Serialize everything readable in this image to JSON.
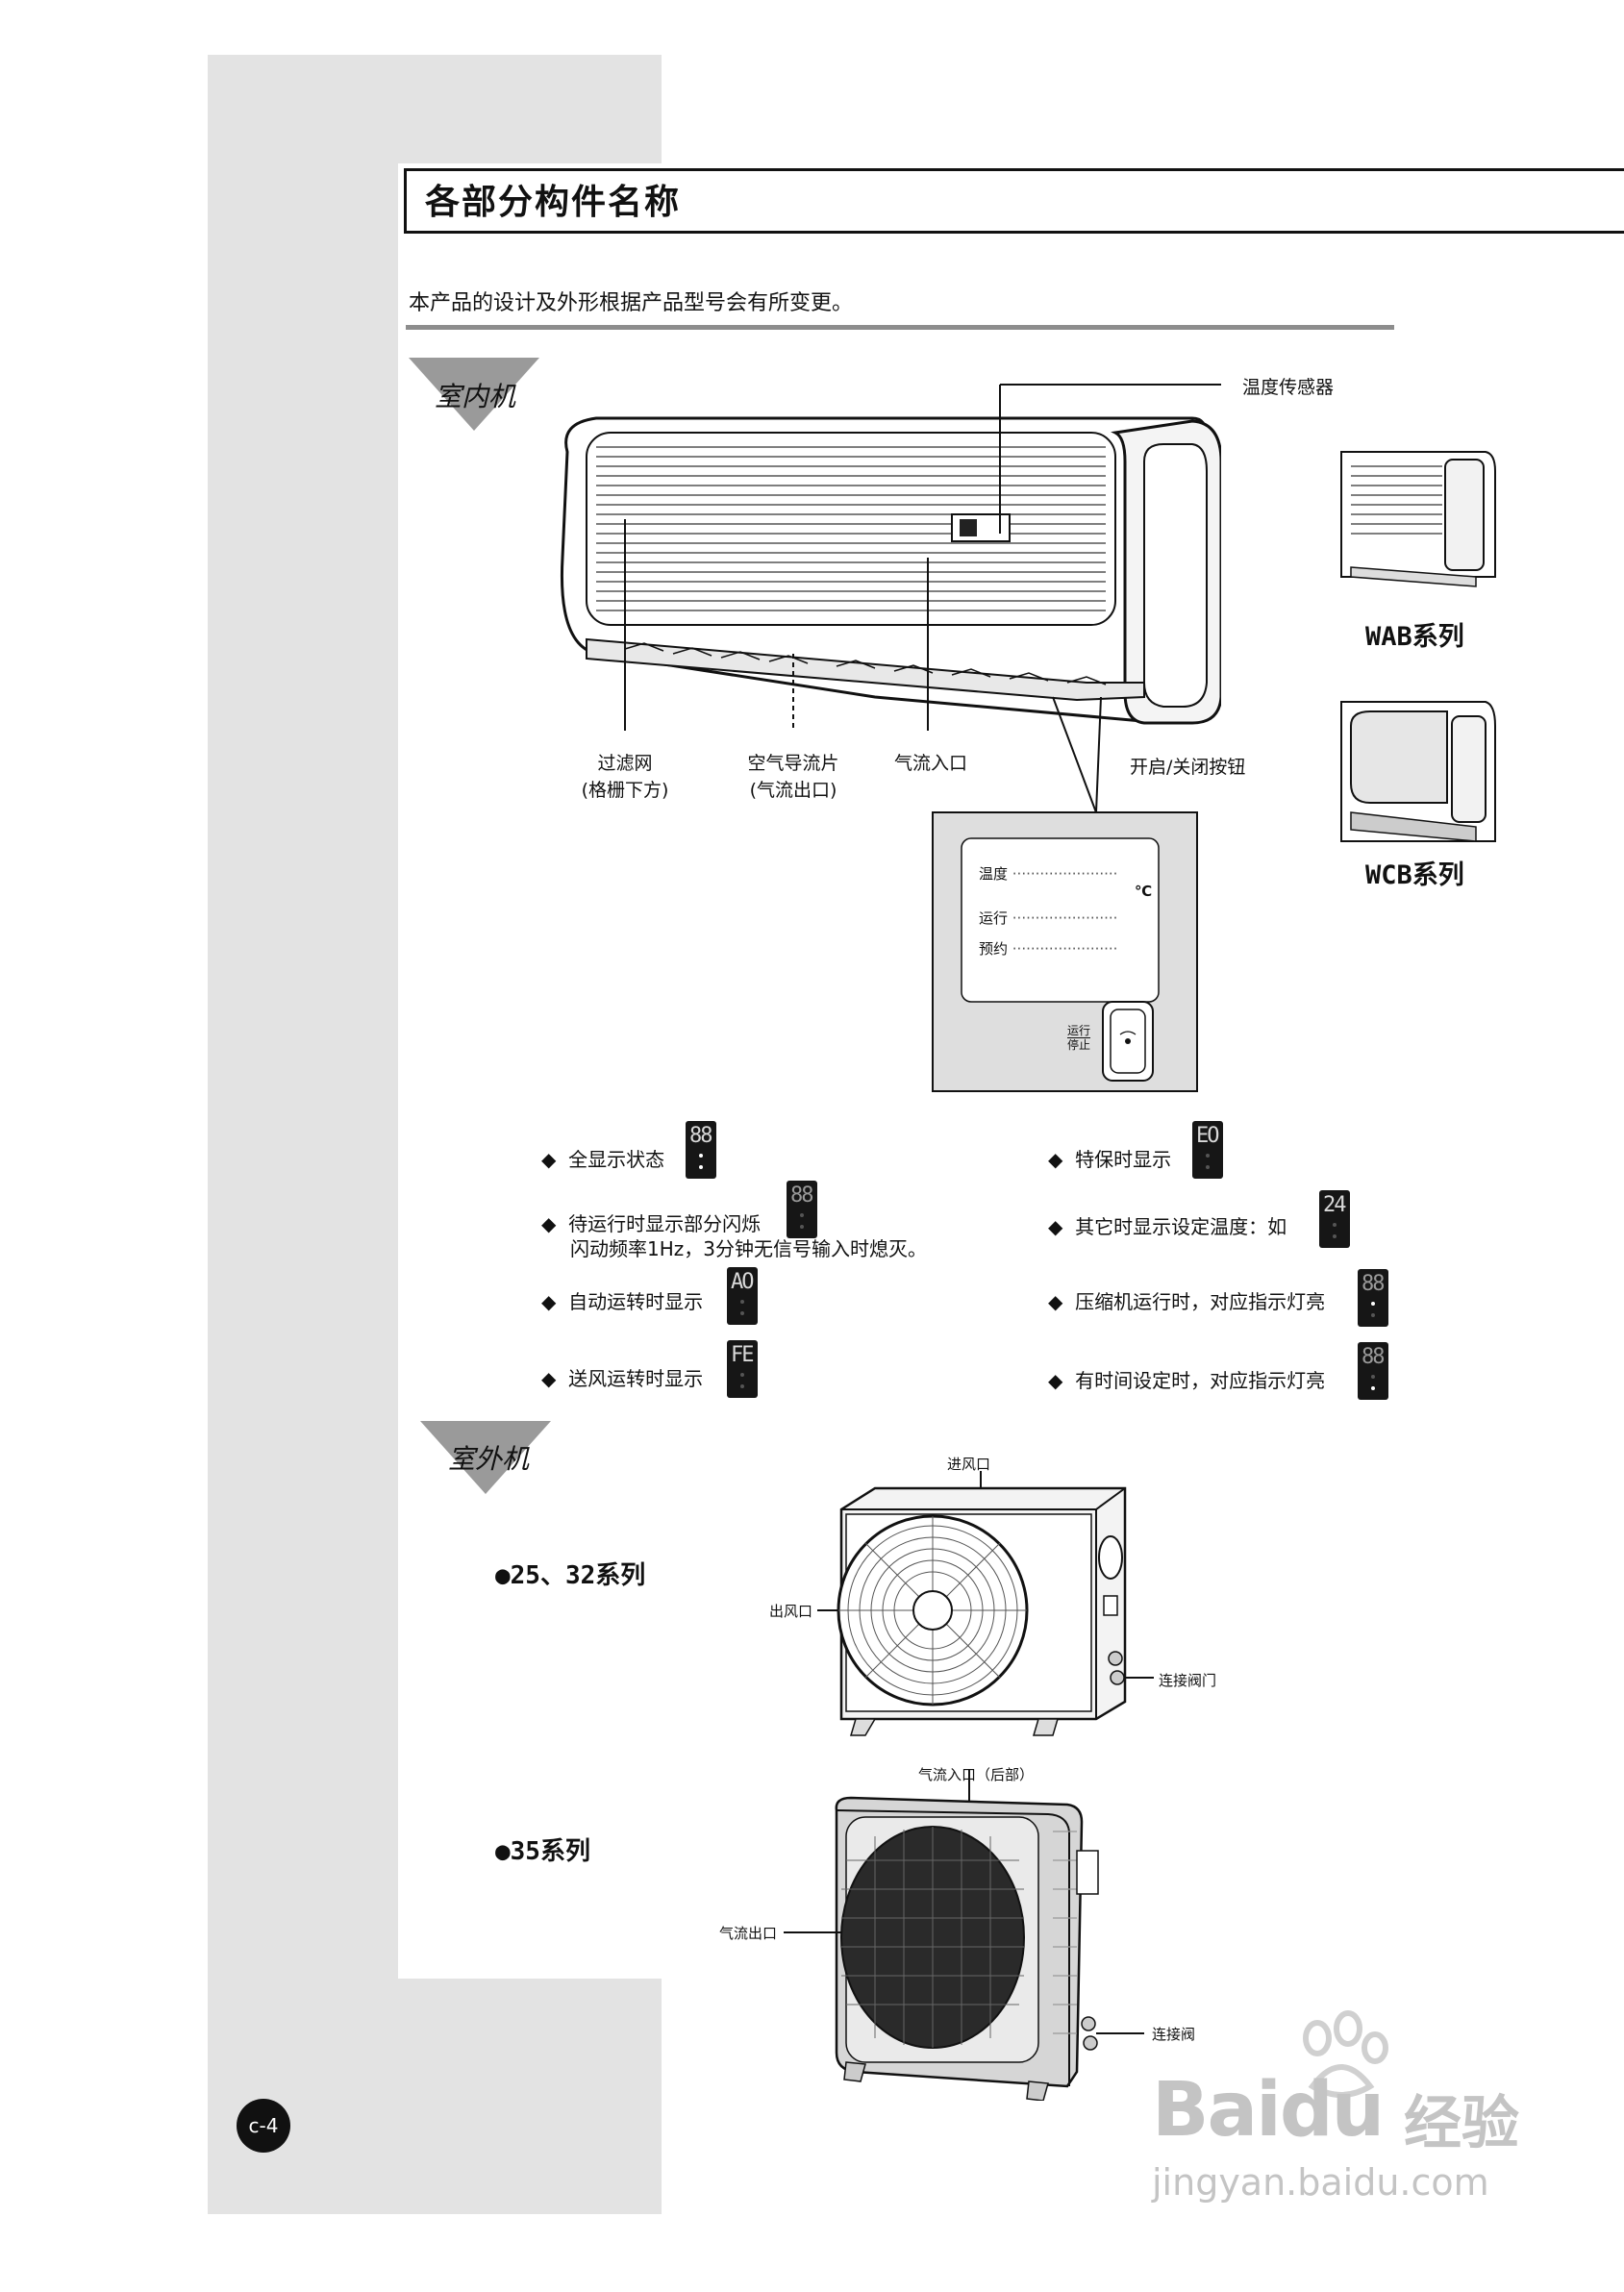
{
  "page": {
    "title": "各部分构件名称",
    "subtitle": "本产品的设计及外形根据产品型号会有所变更。",
    "page_number": "c-4"
  },
  "indoor": {
    "section_label": "室内机",
    "labels": {
      "temp_sensor": "温度传感器",
      "filter": "过滤网",
      "filter_sub": "(格栅下方)",
      "louver": "空气导流片",
      "louver_sub": "(气流出口)",
      "air_inlet": "气流入口",
      "power_button": "开启/关闭按钮"
    },
    "variants": [
      "WAB系列",
      "WCB系列"
    ],
    "panel": {
      "rows": [
        "温度",
        "运行",
        "预约"
      ],
      "unit": "℃",
      "button_label_top": "运行",
      "button_label_bottom": "停止"
    },
    "display_notes": {
      "left": [
        {
          "text": "全显示状态",
          "seg": "88",
          "dot1": true,
          "dot2": true
        },
        {
          "text": "待运行时显示部分闪烁",
          "text2": "闪动频率1Hz，3分钟无信号输入时熄灭。",
          "seg": "88",
          "dot1": false,
          "dot2": false
        },
        {
          "text": "自动运转时显示",
          "seg": "AO",
          "dot1": false,
          "dot2": false
        },
        {
          "text": "送风运转时显示",
          "seg": "FE",
          "dot1": false,
          "dot2": false
        }
      ],
      "right": [
        {
          "text": "特保时显示",
          "seg": "EO",
          "dot1": false,
          "dot2": false
        },
        {
          "text": "其它时显示设定温度：如",
          "seg": "24",
          "dot1": false,
          "dot2": false
        },
        {
          "text": "压缩机运行时，对应指示灯亮",
          "seg": "88",
          "dot1": true,
          "dot2": false
        },
        {
          "text": "有时间设定时，对应指示灯亮",
          "seg": "88",
          "dot1": false,
          "dot2": true
        }
      ]
    }
  },
  "outdoor": {
    "section_label": "室外机",
    "unit1": {
      "series": "●25、32系列",
      "labels": {
        "intake": "进风口",
        "outlet": "出风口",
        "valve": "连接阀门"
      }
    },
    "unit2": {
      "series": "●35系列",
      "labels": {
        "intake": "气流入口（后部）",
        "outlet": "气流出口",
        "valve": "连接阀"
      }
    }
  },
  "watermark": {
    "brand": "Bai",
    "brand2": "du",
    "brand_cn": "经验",
    "url": "jingyan.baidu.com"
  }
}
